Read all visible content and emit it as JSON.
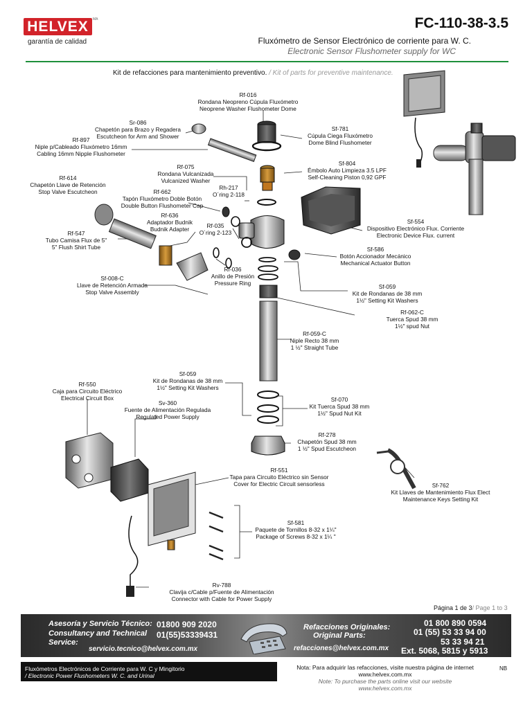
{
  "header": {
    "logo_text": "HELVEX",
    "logo_mark": "MA",
    "tagline": "garantía de calidad",
    "doc_code": "FC-110-38-3.5",
    "title_es": "Fluxómetro de Sensor Electrónico de corriente para W. C.",
    "title_en": "Electronic Sensor Flushometer supply for WC",
    "kit_es": "Kit de refacciones para mantenimiento preventivo.",
    "kit_en": "/ Kit of parts for preventive maintenance."
  },
  "parts": [
    {
      "code": "Rf-016",
      "es": "Rondana Neopreno Cúpula Fluxómetro",
      "en": "Neoprene Washer Flushometer Dome"
    },
    {
      "code": "Sr-086",
      "es": "Chapetón para Brazo y Regadera",
      "en": "Escutcheon for Arm and Shower"
    },
    {
      "code": "Rf-897",
      "es": "Niple p/Cableado Fluxómetro 16mm",
      "en": "Cabling 16mm Nipple Flushometer"
    },
    {
      "code": "Sf-781",
      "es": "Cúpula Ciega Fluxómetro",
      "en": "Dome Blind Flushometer"
    },
    {
      "code": "Rf-075",
      "es": "Rondana Vulcanizada",
      "en": "Vulcanized Washer"
    },
    {
      "code": "Sf-804",
      "es": "Émbolo Auto Limpieza 3.5 LPF",
      "en": "Self-Cleaning Piston 0,92 GPF"
    },
    {
      "code": "Rf-614",
      "es": "Chapetón Llave de Retención",
      "en": "Stop Valve Escutcheon"
    },
    {
      "code": "Rh-217",
      "es": "O´ring 2-118",
      "en": ""
    },
    {
      "code": "Rf-662",
      "es": "Tapón Fluxómetro Doble Botón",
      "en": "Double Button Flushometer Cap"
    },
    {
      "code": "Rf-636",
      "es": "Adaptador Budnik",
      "en": "Budnik Adapter"
    },
    {
      "code": "Rf-035",
      "es": "O´ring 2-123",
      "en": ""
    },
    {
      "code": "Sf-554",
      "es": "Dispositivo Electrónico Flux. Corriente",
      "en": "Electronic Device Flux. current"
    },
    {
      "code": "Rf-547",
      "es": "Tubo Camisa Flux de 5\"",
      "en": "5\" Flush Shirt Tube"
    },
    {
      "code": "Sf-586",
      "es": "Botón Accionador Mecánico",
      "en": "Mechanical Actuator Button"
    },
    {
      "code": "Rf-036",
      "es": "Anillo de Presión",
      "en": "Pressure Ring"
    },
    {
      "code": "Sf-008-C",
      "es": "Llave de Retención Armada",
      "en": "Stop Valve Assembly"
    },
    {
      "code": "Sf-059",
      "es": "Kit de Rondanas de 38 mm",
      "en": "1½\" Setting Kit Washers"
    },
    {
      "code": "Rf-062-C",
      "es": "Tuerca Spud 38 mm",
      "en": "1½\" spud Nut"
    },
    {
      "code": "Rf-059-C",
      "es": "Niple Recto 38 mm",
      "en": "1 ½\" Straight Tube"
    },
    {
      "code": "Sf-059",
      "es": "Kit de Rondanas de 38 mm",
      "en": "1½\" Setting Kit Washers"
    },
    {
      "code": "Rf-550",
      "es": "Caja para Circuito Eléctrico",
      "en": "Electrical Circuit Box"
    },
    {
      "code": "Sv-360",
      "es": "Fuente de Alimentación Regulada",
      "en": "Regulated Power Supply"
    },
    {
      "code": "Sf-070",
      "es": "Kit Tuerca Spud 38 mm",
      "en": "1½\" Spud Nut Kit"
    },
    {
      "code": "Rf-278",
      "es": "Chapetón Spud 38 mm",
      "en": "1 ½\" Spud Escutcheon"
    },
    {
      "code": "Rf-551",
      "es": "Tapa para Circuito Eléctrico sin Sensor",
      "en": "Cover for Electric Circuit sensorless"
    },
    {
      "code": "Sf-762",
      "es": "Kit Llaves de Mantenimiento Flux Elect",
      "en": "Maintenance Keys Setting Kit"
    },
    {
      "code": "Sf-581",
      "es": "Paquete de Tornillos 8-32 x 1¼\"",
      "en": "Package of Screws 8-32 x 1¼ \""
    },
    {
      "code": "Rv-788",
      "es": "Clavija c/Cable p/Fuente de Alimentación",
      "en": "Connector with Cable for Power Supply"
    }
  ],
  "page": {
    "es": "Página 1 de 3",
    "en": "/ Page 1 to 3"
  },
  "banner": {
    "service_es": "Asesoría y Servicio Técnico:",
    "service_en_1": "Consultancy and Technical",
    "service_en_2": "Service:",
    "phone_1": "01800 909 2020",
    "phone_2": "01(55)53339431",
    "service_email": "servicio.tecnico@helvex.com.mx",
    "parts_es": "Refacciones Originales:",
    "parts_en": "Original  Parts:",
    "parts_email": "refacciones@helvex.com.mx",
    "parts_phone_1": "01 800 890 0594",
    "parts_phone_2": "01 (55) 53 33 94 00",
    "parts_phone_3": "53 33 94 21",
    "parts_phone_4": "Ext. 5068, 5815 y 5913"
  },
  "footer": {
    "left_es": "Fluxómetros Electrónicos de Corriente para W. C y Mingitorio",
    "left_en": "/ Electronic Power Flushometers W. C. and Urinal",
    "note_es": "Nota: Para adquirir las refacciones, visite nuestra página de internet",
    "note_url_1": "www.helvex.com.mx",
    "note_en": "Note: To purchase the parts online visit our website",
    "note_url_2": "www.helvex.com.mx",
    "mark": "NB"
  }
}
